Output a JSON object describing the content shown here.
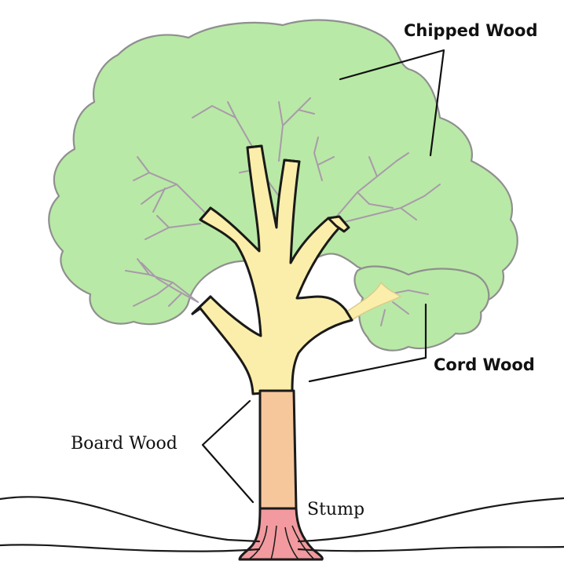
{
  "labels": {
    "chipped_wood": "Chipped Wood",
    "cord_wood": "Cord Wood",
    "board_wood": "Board Wood",
    "stump": "Stump"
  },
  "colors": {
    "canopy": "#b9e9a6",
    "canopy_outline": "#8f8f8f",
    "cord_wood": "#fbeeaa",
    "board_wood": "#f7c79c",
    "stump": "#f29a9f",
    "twigs": "#a89aaa",
    "outline": "#1a1a1a"
  }
}
